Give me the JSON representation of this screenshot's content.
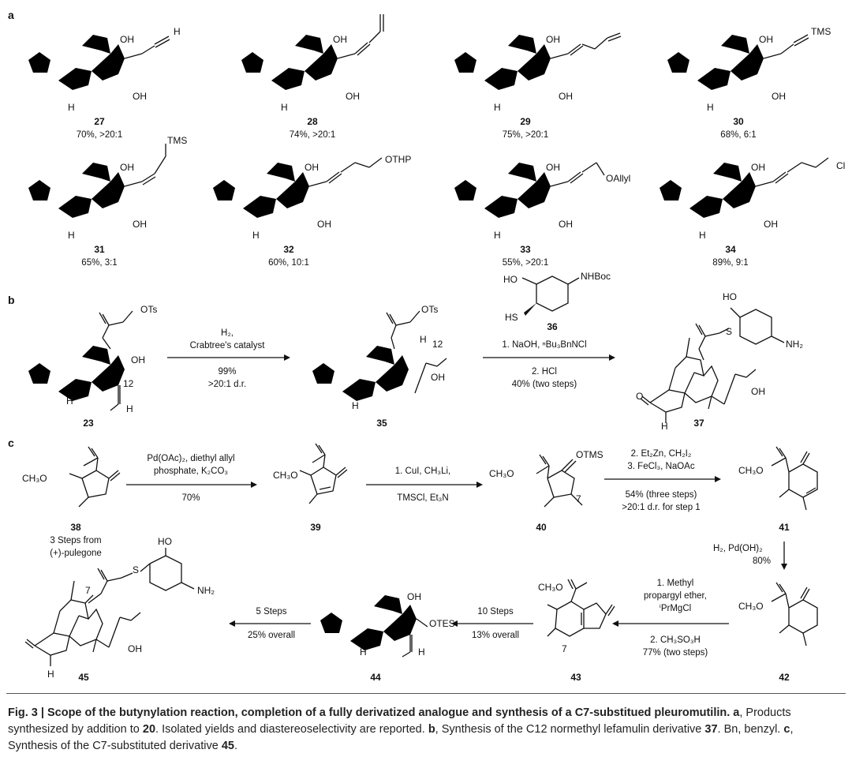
{
  "sections": {
    "a": "a",
    "b": "b",
    "c": "c"
  },
  "panel_a": {
    "compounds": [
      {
        "id": "27",
        "yield": "70%, >20:1",
        "substituent": "H"
      },
      {
        "id": "28",
        "yield": "74%, >20:1",
        "substituent": ""
      },
      {
        "id": "29",
        "yield": "75%, >20:1",
        "substituent": ""
      },
      {
        "id": "30",
        "yield": "68%, 6:1",
        "substituent": "TMS"
      },
      {
        "id": "31",
        "yield": "65%, 3:1",
        "substituent": "TMS"
      },
      {
        "id": "32",
        "yield": "60%, 10:1",
        "substituent": "OTHP"
      },
      {
        "id": "33",
        "yield": "55%, >20:1",
        "substituent": "OAllyl"
      },
      {
        "id": "34",
        "yield": "89%, 9:1",
        "substituent": "Cl"
      }
    ],
    "atoms": {
      "oh": "OH",
      "h": "H"
    }
  },
  "panel_b": {
    "start": {
      "id": "23",
      "ots": "OTs",
      "oh": "OH",
      "h": "H",
      "pos": "12"
    },
    "step1": {
      "reagent1": "H₂,",
      "reagent2": "Crabtree's catalyst",
      "yield": "99%",
      "dr": ">20:1 d.r."
    },
    "intermediate": {
      "id": "35",
      "ots": "OTs",
      "h12": "H",
      "pos": "12",
      "oh": "OH",
      "h": "H"
    },
    "thiol": {
      "id": "36",
      "ho": "HO",
      "nhboc": "NHBoc",
      "hs": "HS"
    },
    "step2": {
      "reagent1": "1. NaOH, ⁿBu₃BnNCl",
      "reagent2": "2. HCl",
      "yield": "40% (two steps)"
    },
    "product": {
      "id": "37",
      "ho": "HO",
      "nh2": "NH₂",
      "s": "S",
      "o": "O",
      "oh": "OH",
      "h": "H"
    }
  },
  "panel_c": {
    "c38": {
      "id": "38",
      "ome": "CH₃O",
      "note1": "3 Steps from",
      "note2": "(+)-pulegone"
    },
    "step_38_39": {
      "line1": "Pd(OAc)₂, diethyl allyl",
      "line2": "phosphate, K₂CO₃",
      "yield": "70%"
    },
    "c39": {
      "id": "39",
      "ome": "CH₃O"
    },
    "step_39_40": {
      "line1": "1. CuI, CH₃Li,",
      "line2": "TMSCl, Et₃N"
    },
    "c40": {
      "id": "40",
      "ome": "CH₃O",
      "otms": "OTMS",
      "pos": "7"
    },
    "step_40_41": {
      "line1": "2. Et₂Zn, CH₂I₂",
      "line2": "3. FeCl₃, NaOAc",
      "yield": "54% (three steps)",
      "dr": ">20:1 d.r. for step 1"
    },
    "c41": {
      "id": "41",
      "ome": "CH₃O"
    },
    "step_41_42": {
      "line1": "H₂, Pd(OH)₂",
      "yield": "80%"
    },
    "c42": {
      "id": "42",
      "ome": "CH₃O"
    },
    "step_42_43": {
      "line1": "1. Methyl",
      "line2": "propargyl ether,",
      "line3": "ⁱPrMgCl",
      "line4": "2. CH₃SO₃H",
      "yield": "77% (two steps)"
    },
    "c43": {
      "id": "43",
      "ome": "CH₃O",
      "pos": "7"
    },
    "step_43_44": {
      "line1": "10 Steps",
      "yield": "13% overall"
    },
    "c44": {
      "id": "44",
      "oh": "OH",
      "otes": "OTES",
      "h": "H"
    },
    "step_44_45": {
      "line1": "5 Steps",
      "yield": "25% overall"
    },
    "c45": {
      "id": "45",
      "ho": "HO",
      "s": "S",
      "nh2": "NH₂",
      "pos": "7",
      "oh": "OH",
      "h": "H"
    }
  },
  "caption": {
    "fig": "Fig. 3 | Scope of the butynylation reaction, completion of a fully derivatized analogue and synthesis of a C7-substitued pleuromutilin.",
    "a_label": "a",
    "a_text": ", Products synthesized by addition to",
    "a_cpd": "20",
    "a_text2": ". Isolated yields and diastereoselectivity are reported.",
    "b_label": "b",
    "b_text": ", Synthesis of the C12 normethyl lefamulin derivative",
    "b_cpd": "37",
    "b_text2": ". Bn, benzyl.",
    "c_label": "c",
    "c_text": ", Synthesis of the C7-substituted derivative",
    "c_cpd": "45",
    "c_text2": "."
  }
}
